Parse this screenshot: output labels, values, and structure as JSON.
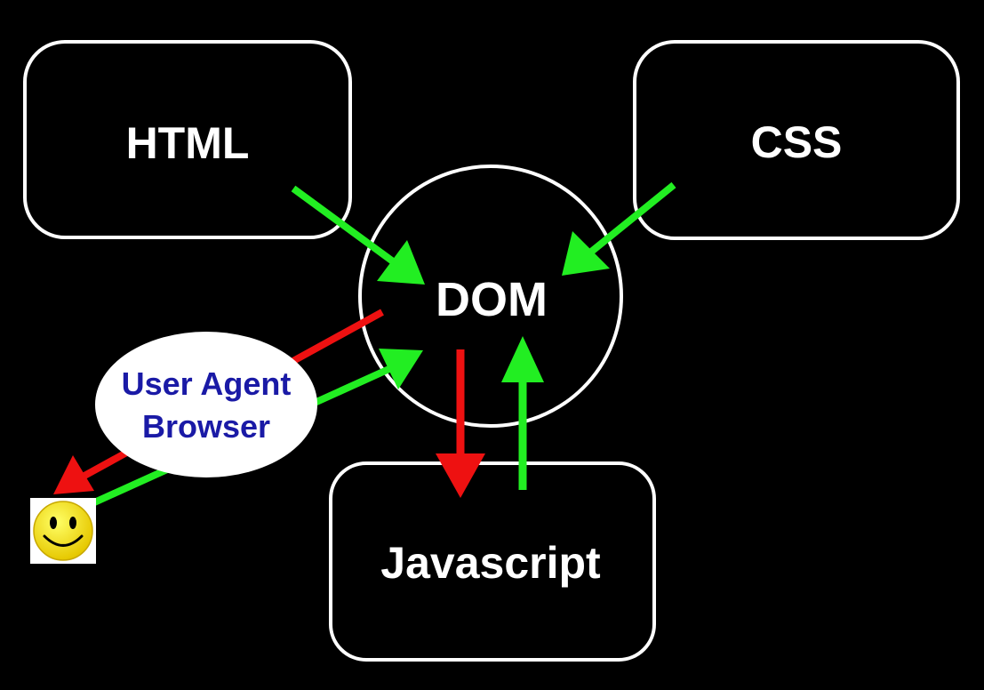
{
  "nodes": {
    "html": {
      "label": "HTML"
    },
    "css": {
      "label": "CSS"
    },
    "dom": {
      "label": "DOM"
    },
    "javascript": {
      "label": "Javascript"
    },
    "user_agent": {
      "line1": "User Agent",
      "line2": "Browser"
    }
  },
  "icons": {
    "user": "smiley-face-icon"
  },
  "colors": {
    "background": "#000000",
    "outline": "#ffffff",
    "text": "#ffffff",
    "user_agent_text": "#1a1aa6",
    "arrow_in": "#22ee22",
    "arrow_out": "#ee1111",
    "smiley_face": "#f5e800"
  }
}
